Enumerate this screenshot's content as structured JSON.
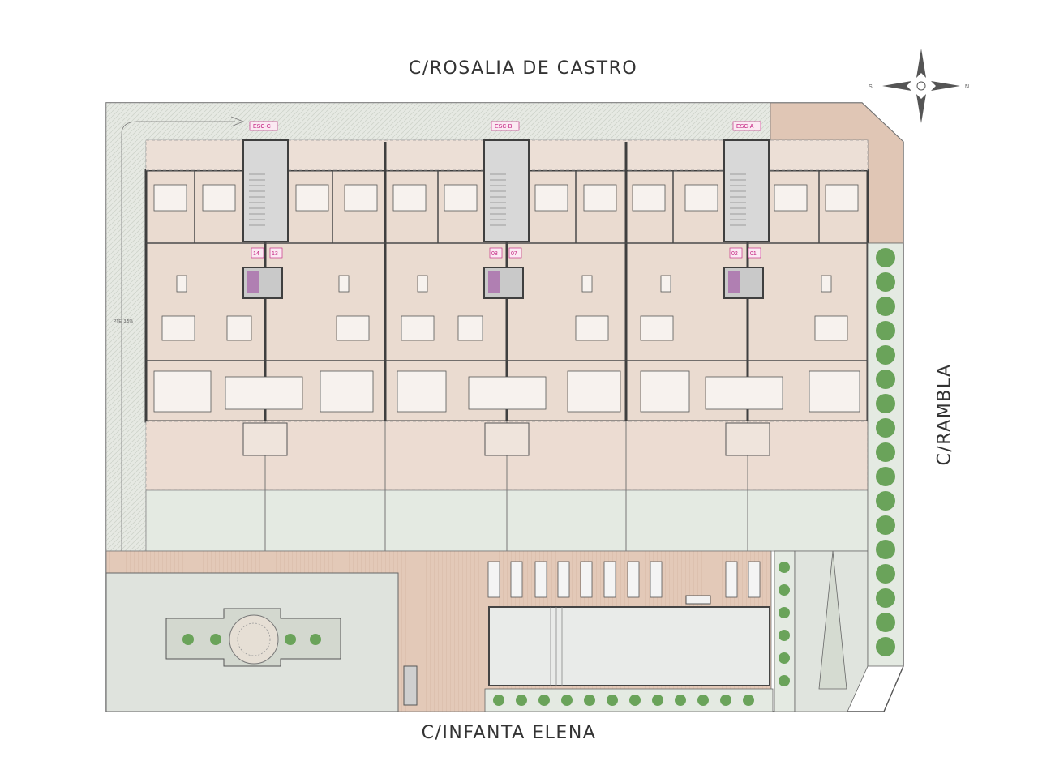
{
  "streets": {
    "top": "C/ROSALIA DE CASTRO",
    "bottom": "C/INFANTA ELENA",
    "right": "C/RAMBLA"
  },
  "stairs": [
    "ESC-C",
    "ESC-B",
    "ESC-A"
  ],
  "unit_numbers": [
    "14",
    "13",
    "08",
    "07",
    "02",
    "01"
  ],
  "slope_note": "PTE. 3.5%",
  "compass": {
    "west": "S",
    "east": "N"
  },
  "colors": {
    "interior": "#eadbd0",
    "terrace": "#ecdcd2",
    "garden": "#e4eae2",
    "paving": "#dfe3dd",
    "deck": "#e2c7b6",
    "pool": "#e9ebe9",
    "planting": "#6aa35a",
    "label": "#c0157a",
    "wall": "#3f3f3f"
  }
}
